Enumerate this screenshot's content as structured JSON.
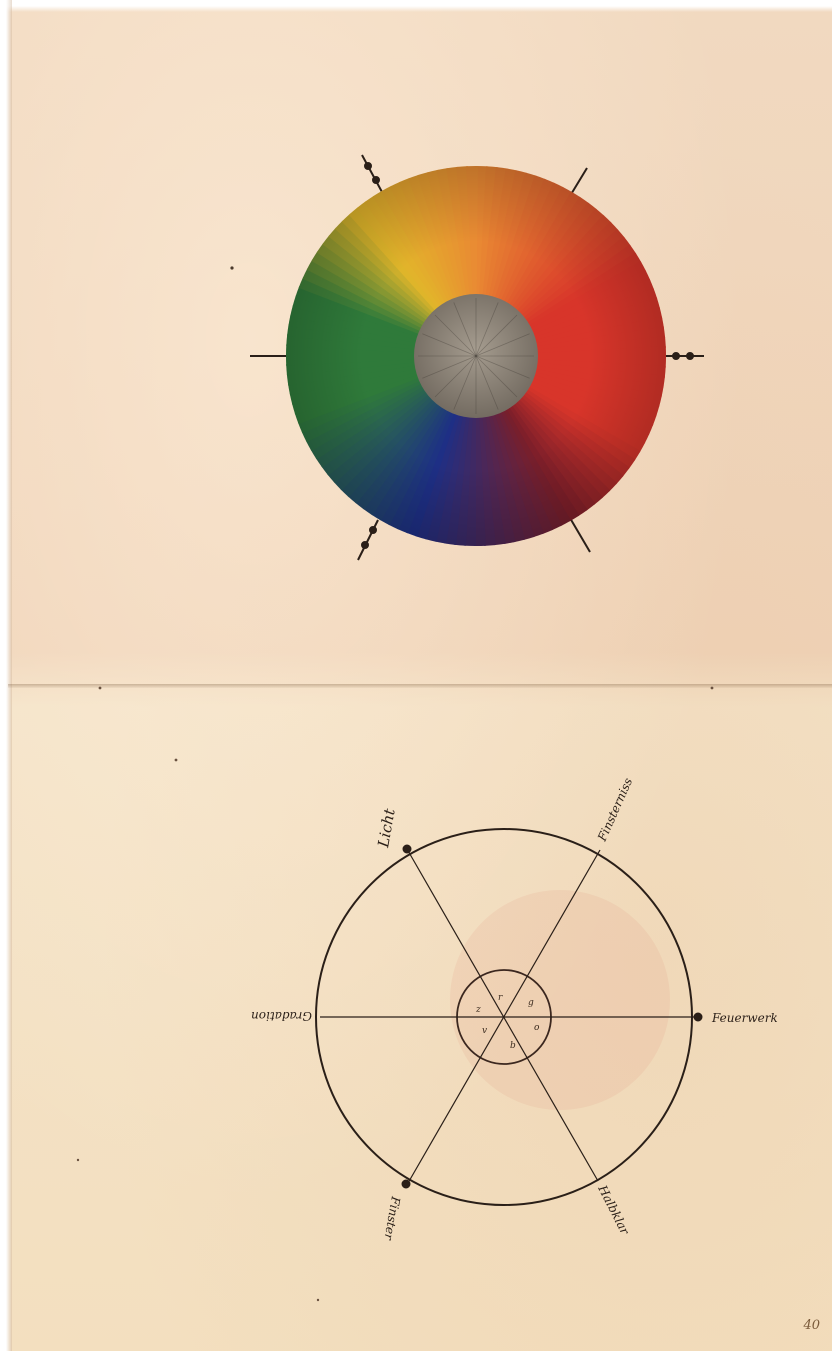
{
  "plate": {
    "folio": "40",
    "upper_figure": {
      "center_disc": "grey",
      "colors": {
        "yellow": "#e2b62a",
        "orange": "#e98a33",
        "red": "#d8352a",
        "crimson": "#7a1e2a",
        "blue": "#1d2f86",
        "green": "#2f7a3a",
        "grey": "#8d8478"
      }
    },
    "lower_figure": {
      "labels": {
        "top_left": "Licht",
        "top_right": "Finsterniss",
        "right": "Feuerwerk",
        "left": "Gradation",
        "bottom_left": "Finster",
        "bottom_right": "Halbklar"
      }
    }
  }
}
